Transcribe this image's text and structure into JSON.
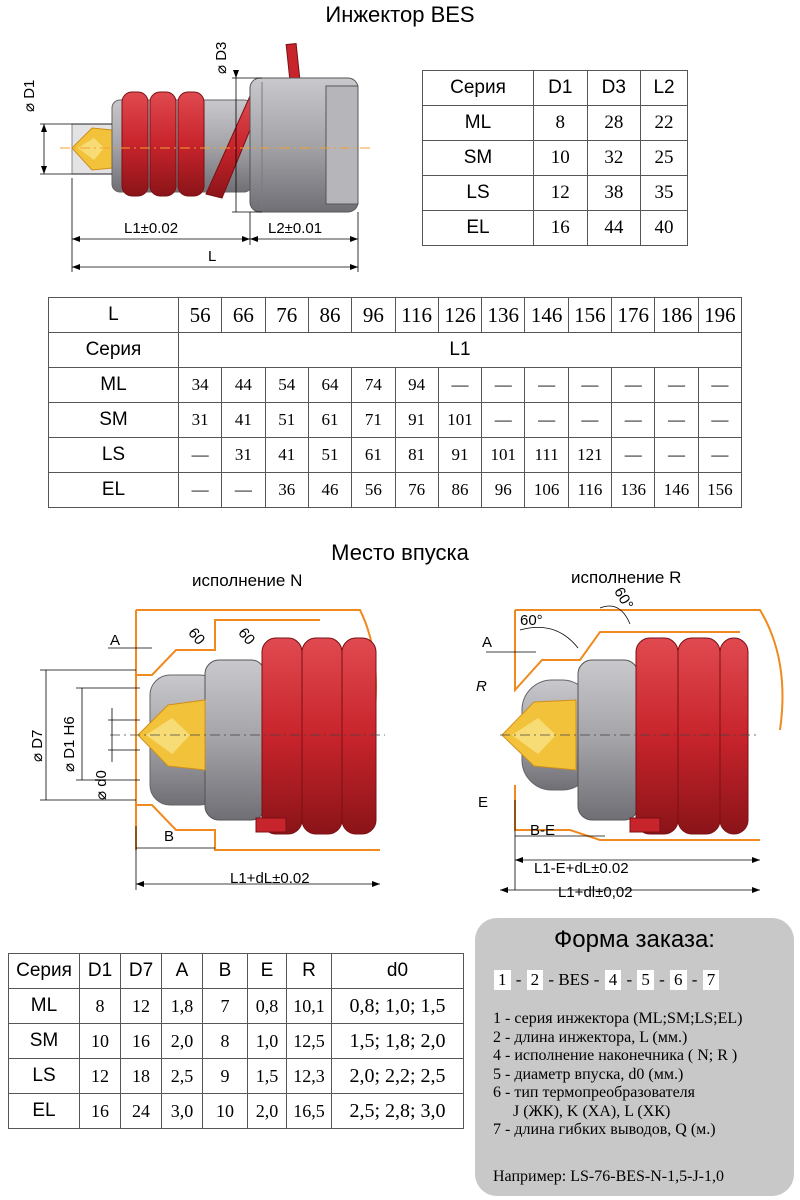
{
  "titles": {
    "main": "Инжектор BES",
    "inlet": "Место впуска",
    "variant_n": "исполнение N",
    "variant_r": "исполнение R"
  },
  "top_drawing": {
    "d1": "D1",
    "d3": "D3",
    "l1": "L1±0.02",
    "l2": "L2±0.01",
    "l": "L"
  },
  "dims_table": {
    "headers": [
      "Серия",
      "D1",
      "D3",
      "L2"
    ],
    "rows": [
      [
        "ML",
        "8",
        "28",
        "22"
      ],
      [
        "SM",
        "10",
        "32",
        "25"
      ],
      [
        "LS",
        "12",
        "38",
        "35"
      ],
      [
        "EL",
        "16",
        "44",
        "40"
      ]
    ]
  },
  "length_table": {
    "l_label": "L",
    "l_values": [
      "56",
      "66",
      "76",
      "86",
      "96",
      "116",
      "126",
      "136",
      "146",
      "156",
      "176",
      "186",
      "196"
    ],
    "series_label": "Серия",
    "l1_label": "L1",
    "rows": [
      {
        "series": "ML",
        "values": [
          "34",
          "44",
          "54",
          "64",
          "74",
          "94",
          "—",
          "—",
          "—",
          "—",
          "—",
          "—",
          "—"
        ]
      },
      {
        "series": "SM",
        "values": [
          "31",
          "41",
          "51",
          "61",
          "71",
          "91",
          "101",
          "—",
          "—",
          "—",
          "—",
          "—",
          "—"
        ]
      },
      {
        "series": "LS",
        "values": [
          "—",
          "31",
          "41",
          "51",
          "61",
          "81",
          "91",
          "101",
          "111",
          "121",
          "—",
          "—",
          "—"
        ]
      },
      {
        "series": "EL",
        "values": [
          "—",
          "—",
          "36",
          "46",
          "56",
          "76",
          "86",
          "96",
          "106",
          "116",
          "136",
          "146",
          "156"
        ]
      }
    ]
  },
  "inlet_n": {
    "a": "A",
    "angle1": "60",
    "angle2": "60",
    "d7": "D7",
    "d1h6": "D1 H6",
    "d0": "d0",
    "b": "B",
    "length": "L1+dL±0.02"
  },
  "inlet_r": {
    "angle1": "60°",
    "angle2": "60°",
    "a": "A",
    "r": "R",
    "e": "E",
    "be": "B-E",
    "len1": "L1-E+dL±0.02",
    "len2": "L1+dl±0,02"
  },
  "inlet_table": {
    "headers": [
      "Серия",
      "D1",
      "D7",
      "A",
      "B",
      "E",
      "R",
      "d0"
    ],
    "rows": [
      [
        "ML",
        "8",
        "12",
        "1,8",
        "7",
        "0,8",
        "10,1",
        "0,8; 1,0; 1,5"
      ],
      [
        "SM",
        "10",
        "16",
        "2,0",
        "8",
        "1,0",
        "12,5",
        "1,5; 1,8; 2,0"
      ],
      [
        "LS",
        "12",
        "18",
        "2,5",
        "9",
        "1,5",
        "12,3",
        "2,0; 2,2; 2,5"
      ],
      [
        "EL",
        "16",
        "24",
        "3,0",
        "10",
        "2,0",
        "16,5",
        "2,5; 2,8; 3,0"
      ]
    ]
  },
  "order_form": {
    "title": "Форма заказа:",
    "code": {
      "p1": "1",
      "p2": "2",
      "mid": "BES",
      "p4": "4",
      "p5": "5",
      "p6": "6",
      "p7": "7",
      "sep": "-"
    },
    "legend": [
      "1 - серия инжектора (ML;SM;LS;EL)",
      "2 - длина инжектора, L (мм.)",
      "4 - исполнение наконечника ( N; R )",
      "5 - диаметр впуска, d0 (мм.)",
      "6 - тип термопреобразователя",
      "     J (ЖК), K (ХА), L (ХК)",
      "7 - длина гибких выводов, Q (м.)"
    ],
    "example": "Например: LS-76-BES-N-1,5-J-1,0"
  },
  "colors": {
    "heater_red": "#c8242c",
    "body_gray": "#9a9a9e",
    "tip_yellow": "#f2c33a",
    "outline_orange": "#f08a1e",
    "panel_gray": "#c8c8c8"
  }
}
